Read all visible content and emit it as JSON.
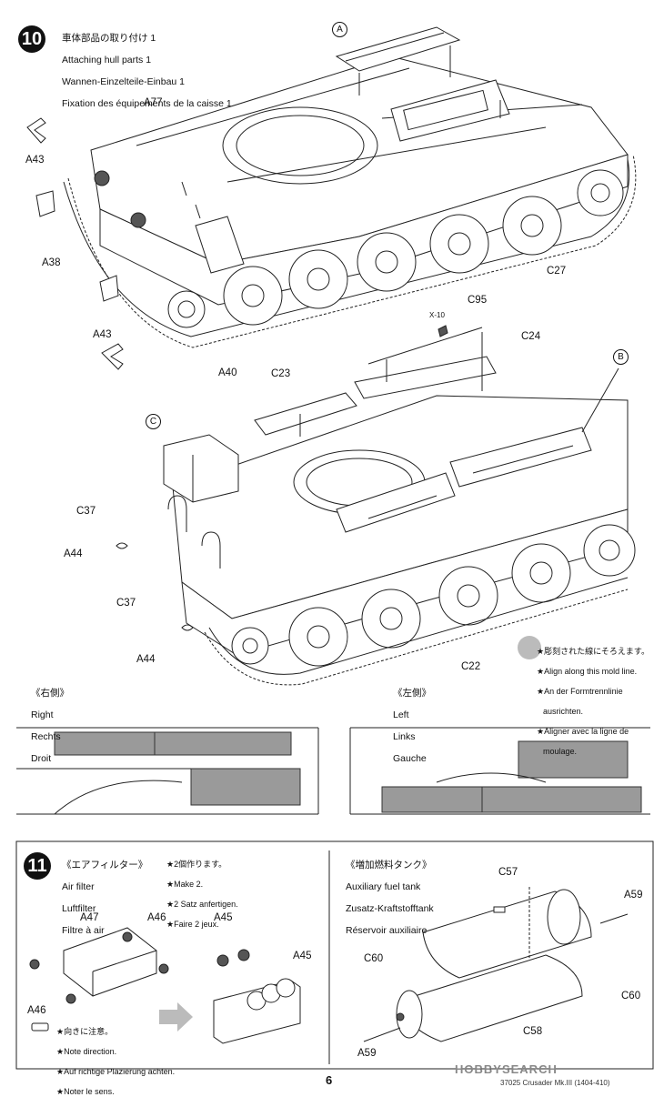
{
  "step10": {
    "number": "10",
    "title_lines": [
      "車体部品の取り付け 1",
      "Attaching hull parts 1",
      "Wannen-Einzelteile-Einbau 1",
      "Fixation des équipements de la caisse 1"
    ],
    "markers": {
      "a": "A",
      "b": "B",
      "c": "C"
    },
    "parts": {
      "a77": "A77",
      "a43_top": "A43",
      "a38": "A38",
      "a43_bottom": "A43",
      "a40": "A40",
      "c27": "C27",
      "x10": "X-10",
      "c95": "C95",
      "c24": "C24",
      "c23": "C23",
      "c37_top": "C37",
      "a44_top": "A44",
      "c37_bottom": "C37",
      "a44_bottom": "A44",
      "c22": "C22"
    },
    "note_lines": [
      "★彫刻された線にそろえます。",
      "★Align along this mold line.",
      "★An der Formtrennlinie",
      "ausrichten.",
      "★Aligner avec la ligne de",
      "moulage."
    ],
    "right_side_lines": [
      "《右側》",
      "Right",
      "Rechts",
      "Droit"
    ],
    "left_side_lines": [
      "《左側》",
      "Left",
      "Links",
      "Gauche"
    ]
  },
  "step11": {
    "number": "11",
    "air_filter_lines": [
      "《エアフィルター》",
      "Air filter",
      "Luftfilter",
      "Filtre à air"
    ],
    "make2_lines": [
      "★2個作ります。",
      "★Make 2.",
      "★2 Satz anfertigen.",
      "★Faire 2 jeux."
    ],
    "fuel_tank_lines": [
      "《増加燃料タンク》",
      "Auxiliary fuel tank",
      "Zusatz-Kraftstofftank",
      "Réservoir auxiliaire"
    ],
    "note_direction_lines": [
      "★向きに注意。",
      "★Note direction.",
      "★Auf richtige Plazierung achten.",
      "★Noter le sens."
    ],
    "parts": {
      "a47": "A47",
      "a46_top": "A46",
      "a46_bottom": "A46",
      "a45_top": "A45",
      "a45_right": "A45",
      "c57": "C57",
      "a59_top": "A59",
      "c60_left": "C60",
      "c60_right": "C60",
      "c58": "C58",
      "a59_bottom": "A59"
    }
  },
  "footer": {
    "page_number": "6",
    "product_code": "37025 Crusader Mk.III (1404-410)",
    "watermark": "HOBBYSEARCH"
  }
}
